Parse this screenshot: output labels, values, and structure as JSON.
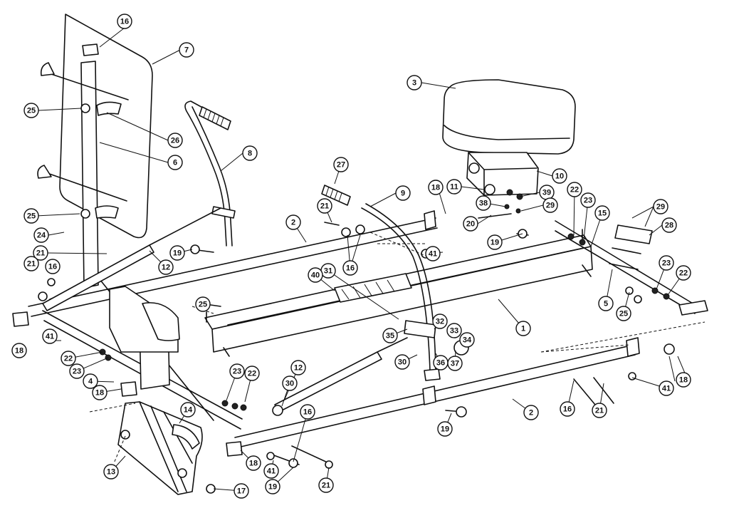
{
  "callouts": [
    {
      "id": "c16a",
      "label": "16"
    },
    {
      "id": "c7",
      "label": "7"
    },
    {
      "id": "c3",
      "label": "3"
    },
    {
      "id": "c25a",
      "label": "25"
    },
    {
      "id": "c26",
      "label": "26"
    },
    {
      "id": "c6",
      "label": "6"
    },
    {
      "id": "c8",
      "label": "8"
    },
    {
      "id": "c27",
      "label": "27"
    },
    {
      "id": "c9",
      "label": "9"
    },
    {
      "id": "c18a",
      "label": "18"
    },
    {
      "id": "c11",
      "label": "11"
    },
    {
      "id": "c10",
      "label": "10"
    },
    {
      "id": "c22a",
      "label": "22"
    },
    {
      "id": "c23a",
      "label": "23"
    },
    {
      "id": "c15",
      "label": "15"
    },
    {
      "id": "c29a",
      "label": "29"
    },
    {
      "id": "c39",
      "label": "39"
    },
    {
      "id": "c38",
      "label": "38"
    },
    {
      "id": "c29b",
      "label": "29"
    },
    {
      "id": "c20",
      "label": "20"
    },
    {
      "id": "c28",
      "label": "28"
    },
    {
      "id": "c25b",
      "label": "25"
    },
    {
      "id": "c2a",
      "label": "2"
    },
    {
      "id": "c21a",
      "label": "21"
    },
    {
      "id": "c24",
      "label": "24"
    },
    {
      "id": "c41a",
      "label": "41"
    },
    {
      "id": "c19a",
      "label": "19"
    },
    {
      "id": "c21b",
      "label": "21"
    },
    {
      "id": "c19b",
      "label": "19"
    },
    {
      "id": "c12a",
      "label": "12"
    },
    {
      "id": "c16b",
      "label": "16"
    },
    {
      "id": "c31",
      "label": "31"
    },
    {
      "id": "c21c",
      "label": "21"
    },
    {
      "id": "c16c",
      "label": "16"
    },
    {
      "id": "c40",
      "label": "40"
    },
    {
      "id": "c25c",
      "label": "25"
    },
    {
      "id": "c1",
      "label": "1"
    },
    {
      "id": "c5",
      "label": "5"
    },
    {
      "id": "c25d",
      "label": "25"
    },
    {
      "id": "c23b",
      "label": "23"
    },
    {
      "id": "c22b",
      "label": "22"
    },
    {
      "id": "c18b",
      "label": "18"
    },
    {
      "id": "c41b",
      "label": "41"
    },
    {
      "id": "c22c",
      "label": "22"
    },
    {
      "id": "c23c",
      "label": "23"
    },
    {
      "id": "c35",
      "label": "35"
    },
    {
      "id": "c32",
      "label": "32"
    },
    {
      "id": "c33",
      "label": "33"
    },
    {
      "id": "c34",
      "label": "34"
    },
    {
      "id": "c30a",
      "label": "30"
    },
    {
      "id": "c36",
      "label": "36"
    },
    {
      "id": "c37",
      "label": "37"
    },
    {
      "id": "c4",
      "label": "4"
    },
    {
      "id": "c23d",
      "label": "23"
    },
    {
      "id": "c22d",
      "label": "22"
    },
    {
      "id": "c12b",
      "label": "12"
    },
    {
      "id": "c18c",
      "label": "18"
    },
    {
      "id": "c30b",
      "label": "30"
    },
    {
      "id": "c14",
      "label": "14"
    },
    {
      "id": "c2b",
      "label": "2"
    },
    {
      "id": "c16d",
      "label": "16"
    },
    {
      "id": "c21d",
      "label": "21"
    },
    {
      "id": "c41c",
      "label": "41"
    },
    {
      "id": "c18d",
      "label": "18"
    },
    {
      "id": "c19c",
      "label": "19"
    },
    {
      "id": "c13",
      "label": "13"
    },
    {
      "id": "c18e",
      "label": "18"
    },
    {
      "id": "c41d",
      "label": "41"
    },
    {
      "id": "c16e",
      "label": "16"
    },
    {
      "id": "c19d",
      "label": "19"
    },
    {
      "id": "c21e",
      "label": "21"
    },
    {
      "id": "c17",
      "label": "17"
    }
  ]
}
